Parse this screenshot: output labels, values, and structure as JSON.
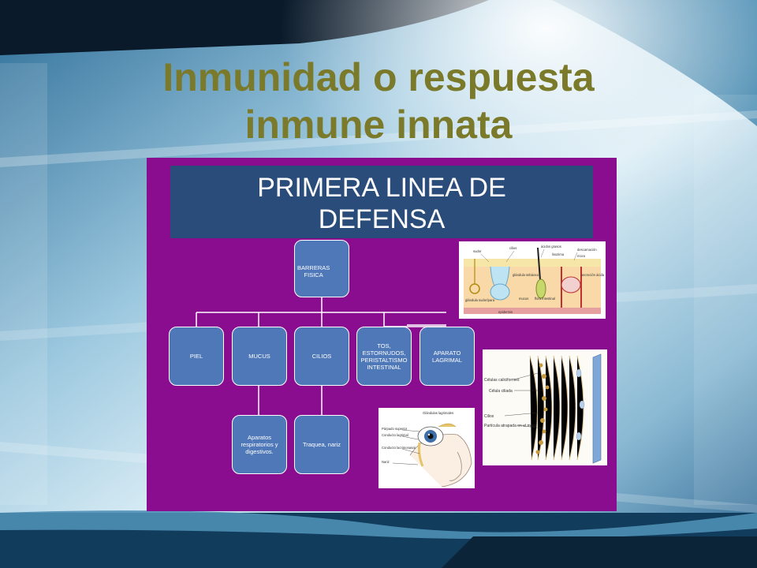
{
  "slide": {
    "title_line1": "Inmunidad o respuesta",
    "title_line2": "inmune innata",
    "title_color": "#7A7A2A",
    "panel_color": "#8B0D8F",
    "node_color": "#4F78B8",
    "header_color": "#2A4C7A"
  },
  "diagram": {
    "header_line1": "PRIMERA LINEA DE",
    "header_line2": "DEFENSA",
    "nodes": {
      "root": "BARRERAS\nFISICA",
      "piel": "PIEL",
      "mucus": "MUCUS",
      "cilios": "CILIOS",
      "tos": "TOS,\nESTORNUDOS,\nPERISTALTISMO\nINTESTINAL",
      "aparato": "APARATO\nLAGRIMAL",
      "aparatos": "Aparatos\nrespiratorios y\ndigestivos.",
      "traquea": "Traquea, nariz"
    }
  },
  "figures": {
    "skin": {
      "labels": [
        "sudor",
        "cilios",
        "ácidos grasos",
        "descamación",
        "lisozima",
        "moco",
        "secreción ácida",
        "glándula sebácea",
        "glándula sudorípara",
        "mucus",
        "flora intestinal",
        "epidermis"
      ]
    },
    "cilia": {
      "labels": [
        "Células caliciformes",
        "Célula ciliada",
        "Cilios",
        "Partícula atrapada en el moco"
      ]
    },
    "eye": {
      "labels": [
        "Glándulas lagrimales",
        "Párpado superior",
        "Conducto lagrimal",
        "Conducto lacrimonasal",
        "Nariz"
      ]
    }
  }
}
